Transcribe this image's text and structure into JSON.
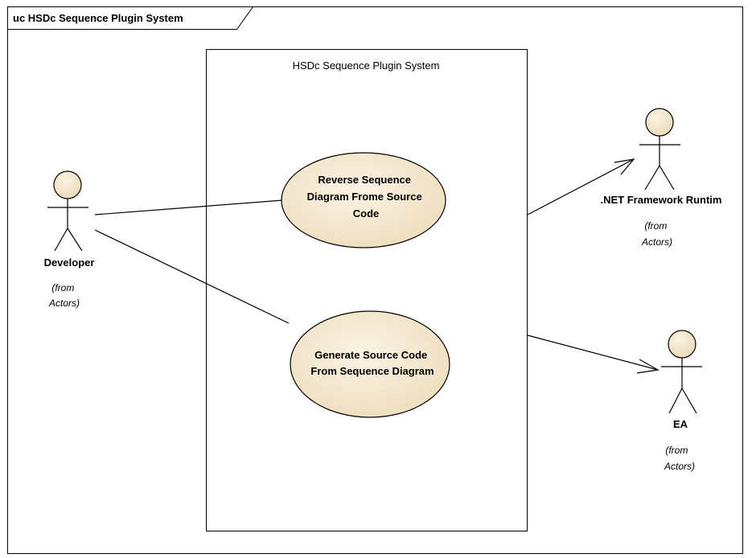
{
  "diagram": {
    "frame_title": "uc HSDc Sequence Plugin System",
    "system_boundary": {
      "title": "HSDc Sequence Plugin System"
    },
    "use_cases": [
      {
        "id": "reverse",
        "lines": [
          "Reverse Sequence",
          "Diagram Frome Source",
          "Code"
        ]
      },
      {
        "id": "generate",
        "lines": [
          "Generate Source Code",
          "From Sequence Diagram"
        ]
      }
    ],
    "actors": [
      {
        "id": "developer",
        "name": "Developer",
        "package_lines": [
          "(from",
          "Actors)"
        ]
      },
      {
        "id": "dotnet",
        "name": ".NET Framework Runtim",
        "package_lines": [
          "(from",
          "Actors)"
        ]
      },
      {
        "id": "ea",
        "name": "EA",
        "package_lines": [
          "(from",
          "Actors)"
        ]
      }
    ],
    "connections": [
      {
        "from": "developer",
        "to": "reverse",
        "directed": false
      },
      {
        "from": "developer",
        "to": "generate",
        "directed": false
      },
      {
        "from": "system",
        "to": "dotnet",
        "directed": true
      },
      {
        "from": "system",
        "to": "ea",
        "directed": true
      }
    ],
    "colors": {
      "actor_head_fill": "#f2e3c9",
      "use_case_fill": "#f2e3c9",
      "line": "#000000"
    }
  }
}
